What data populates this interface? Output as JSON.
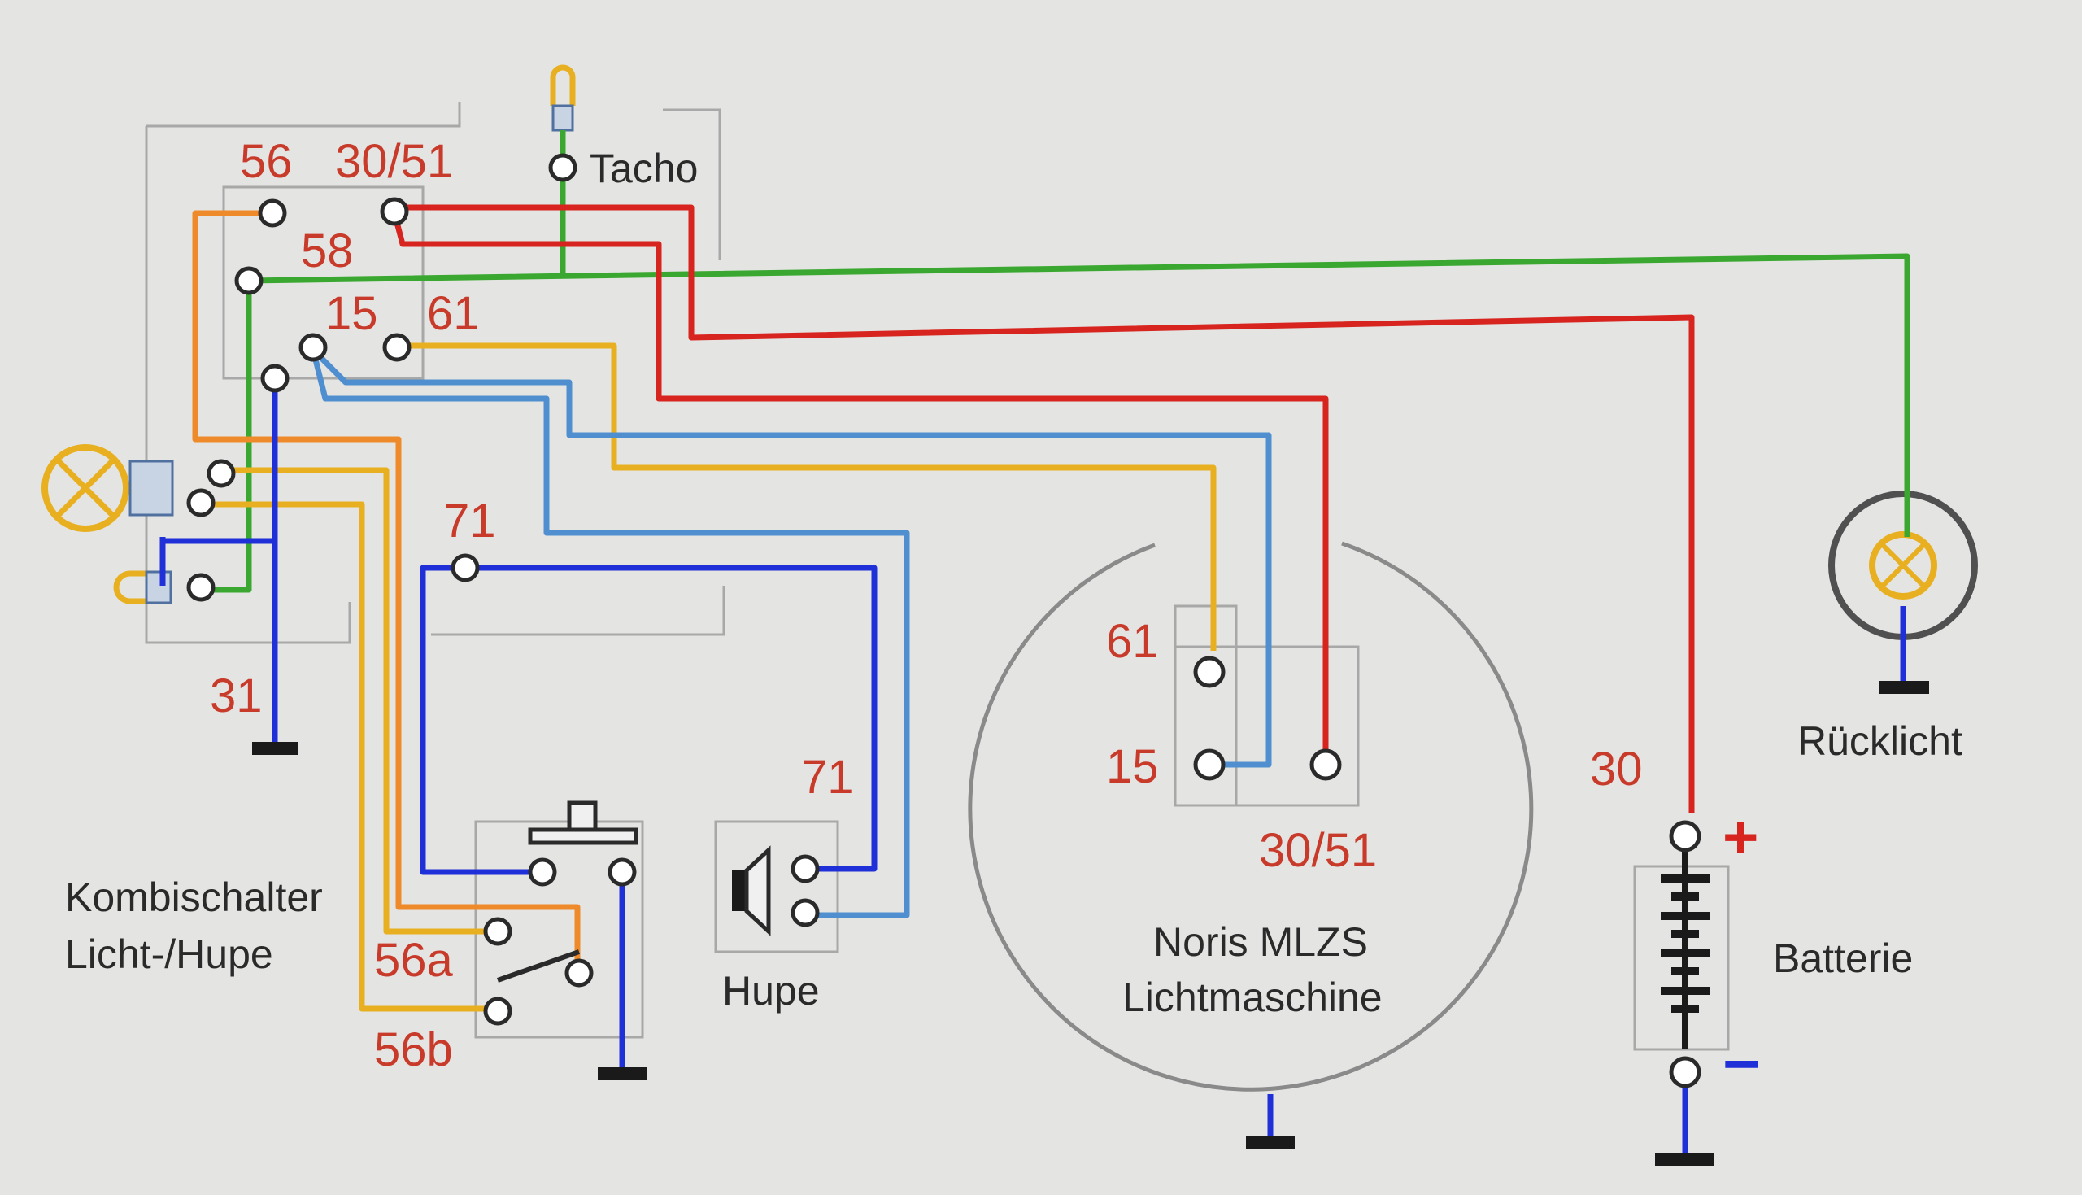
{
  "colors": {
    "red": "#d7241f",
    "green": "#3aa830",
    "blue": "#2030d8",
    "lightblue": "#4f8fd0",
    "yellow": "#e8b020",
    "orange": "#ef8a2a",
    "label_red": "#c83a2a",
    "text": "#2a2a2a",
    "background": "#e4e4e2"
  },
  "components": {
    "kombischalter": {
      "line1": "Kombischalter",
      "line2": "Licht-/Hupe"
    },
    "tacho": "Tacho",
    "hupe": "Hupe",
    "lichtmaschine": {
      "line1": "Noris MLZS",
      "line2": "Lichtmaschine"
    },
    "batterie": "Batterie",
    "ruecklicht": "Rücklicht"
  },
  "terminals": {
    "switch": {
      "t56": "56",
      "t3051": "30/51",
      "t58": "58",
      "t15": "15",
      "t61": "61",
      "t31": "31"
    },
    "horn_button": {
      "t71": "71",
      "t56a": "56a",
      "t56b": "56b"
    },
    "horn": {
      "t71": "71"
    },
    "generator": {
      "t61": "61",
      "t15": "15",
      "t3051": "30/51"
    },
    "battery": {
      "t30": "30",
      "plus": "+",
      "minus": "−"
    }
  },
  "icons": {
    "headlight": "lamp-cross-icon",
    "tail_light": "lamp-cross-icon",
    "horn": "speaker-icon",
    "battery": "battery-cells-icon",
    "ground": "ground-bar-icon"
  }
}
